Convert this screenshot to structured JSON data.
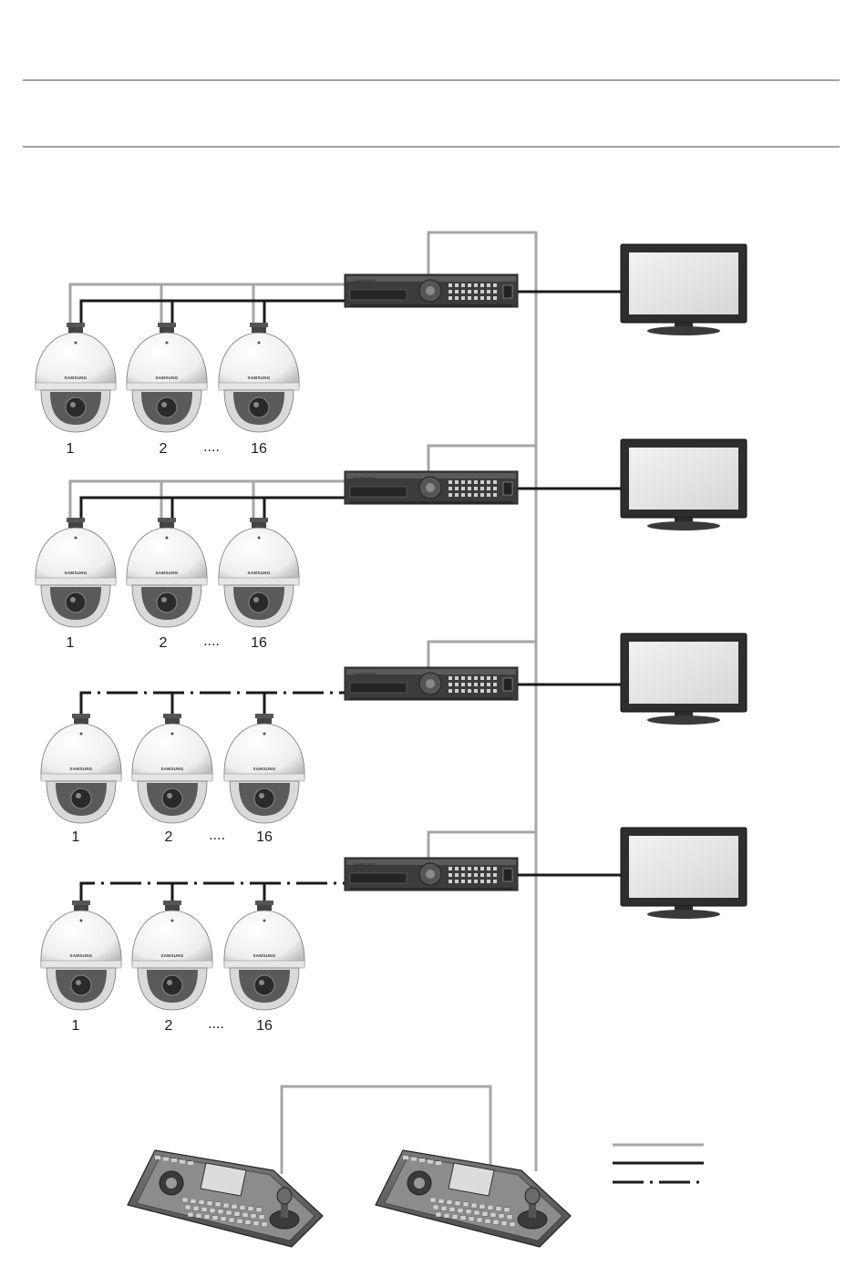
{
  "groups": [
    {
      "cameras": [
        {
          "label": "1"
        },
        {
          "label": "2"
        },
        {
          "label": "16"
        }
      ],
      "ellipsis": "....",
      "link": "rs485-coax"
    },
    {
      "cameras": [
        {
          "label": "1"
        },
        {
          "label": "2"
        },
        {
          "label": "16"
        }
      ],
      "ellipsis": "....",
      "link": "rs485-coax"
    },
    {
      "cameras": [
        {
          "label": "1"
        },
        {
          "label": "2"
        },
        {
          "label": "16"
        }
      ],
      "ellipsis": "....",
      "link": "network"
    },
    {
      "cameras": [
        {
          "label": "1"
        },
        {
          "label": "2"
        },
        {
          "label": "16"
        }
      ],
      "ellipsis": "....",
      "link": "network"
    }
  ],
  "camera_brand": "SAMSUNG",
  "dvr_brand": "SAMSUNG",
  "keyboard_count": 2,
  "colors": {
    "rs485_line": "#a6a6a6",
    "coax_line": "#1a1a1a",
    "network_line": "#1a1a1a",
    "rule": "#444444",
    "device_dark": "#3c3c3c",
    "camera_body": "#f4f4f4"
  },
  "legend": [
    {
      "style": "gray-solid"
    },
    {
      "style": "black-solid"
    },
    {
      "style": "dash-dot"
    }
  ]
}
